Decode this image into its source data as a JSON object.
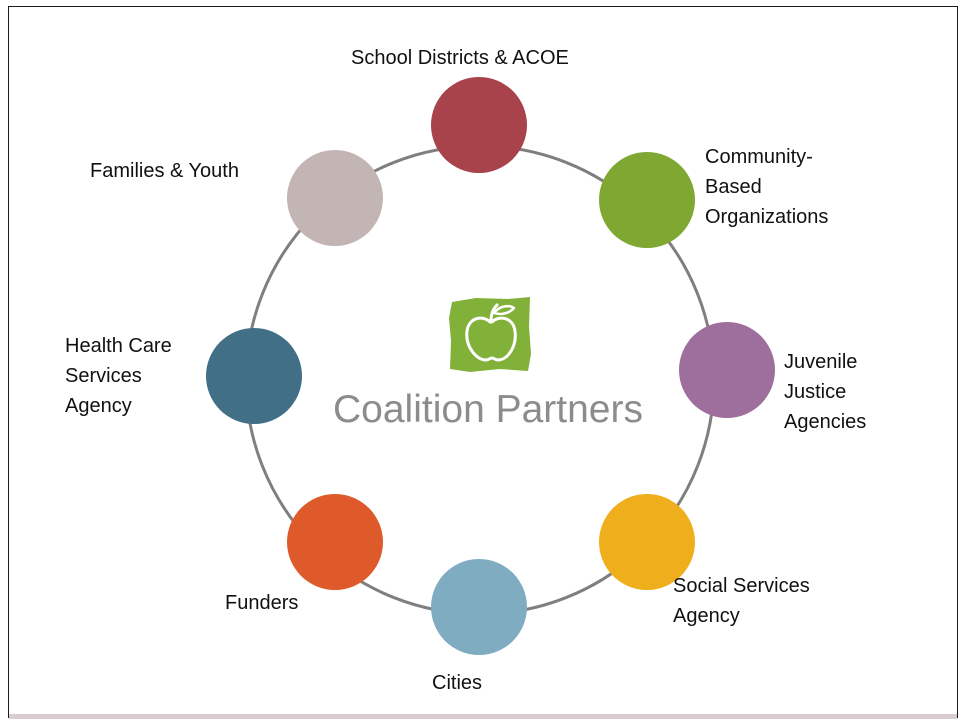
{
  "diagram": {
    "center_title": "Coalition Partners",
    "logo_icon": "apple-logo-icon",
    "ring_color": "#7f7f7f",
    "partners": [
      {
        "label": "School Districts & ACOE",
        "color": "#a8424b"
      },
      {
        "label": "Community-\nBased\nOrganizations",
        "color": "#7ea831"
      },
      {
        "label": "Juvenile\nJustice\nAgencies",
        "color": "#9e6e9c"
      },
      {
        "label": "Social Services\nAgency",
        "color": "#efae1b"
      },
      {
        "label": "Cities",
        "color": "#80acc2"
      },
      {
        "label": "Funders",
        "color": "#df5a2a"
      },
      {
        "label": "Health Care\nServices\nAgency",
        "color": "#416f86"
      },
      {
        "label": "Families & Youth",
        "color": "#c2b5b3"
      }
    ]
  }
}
